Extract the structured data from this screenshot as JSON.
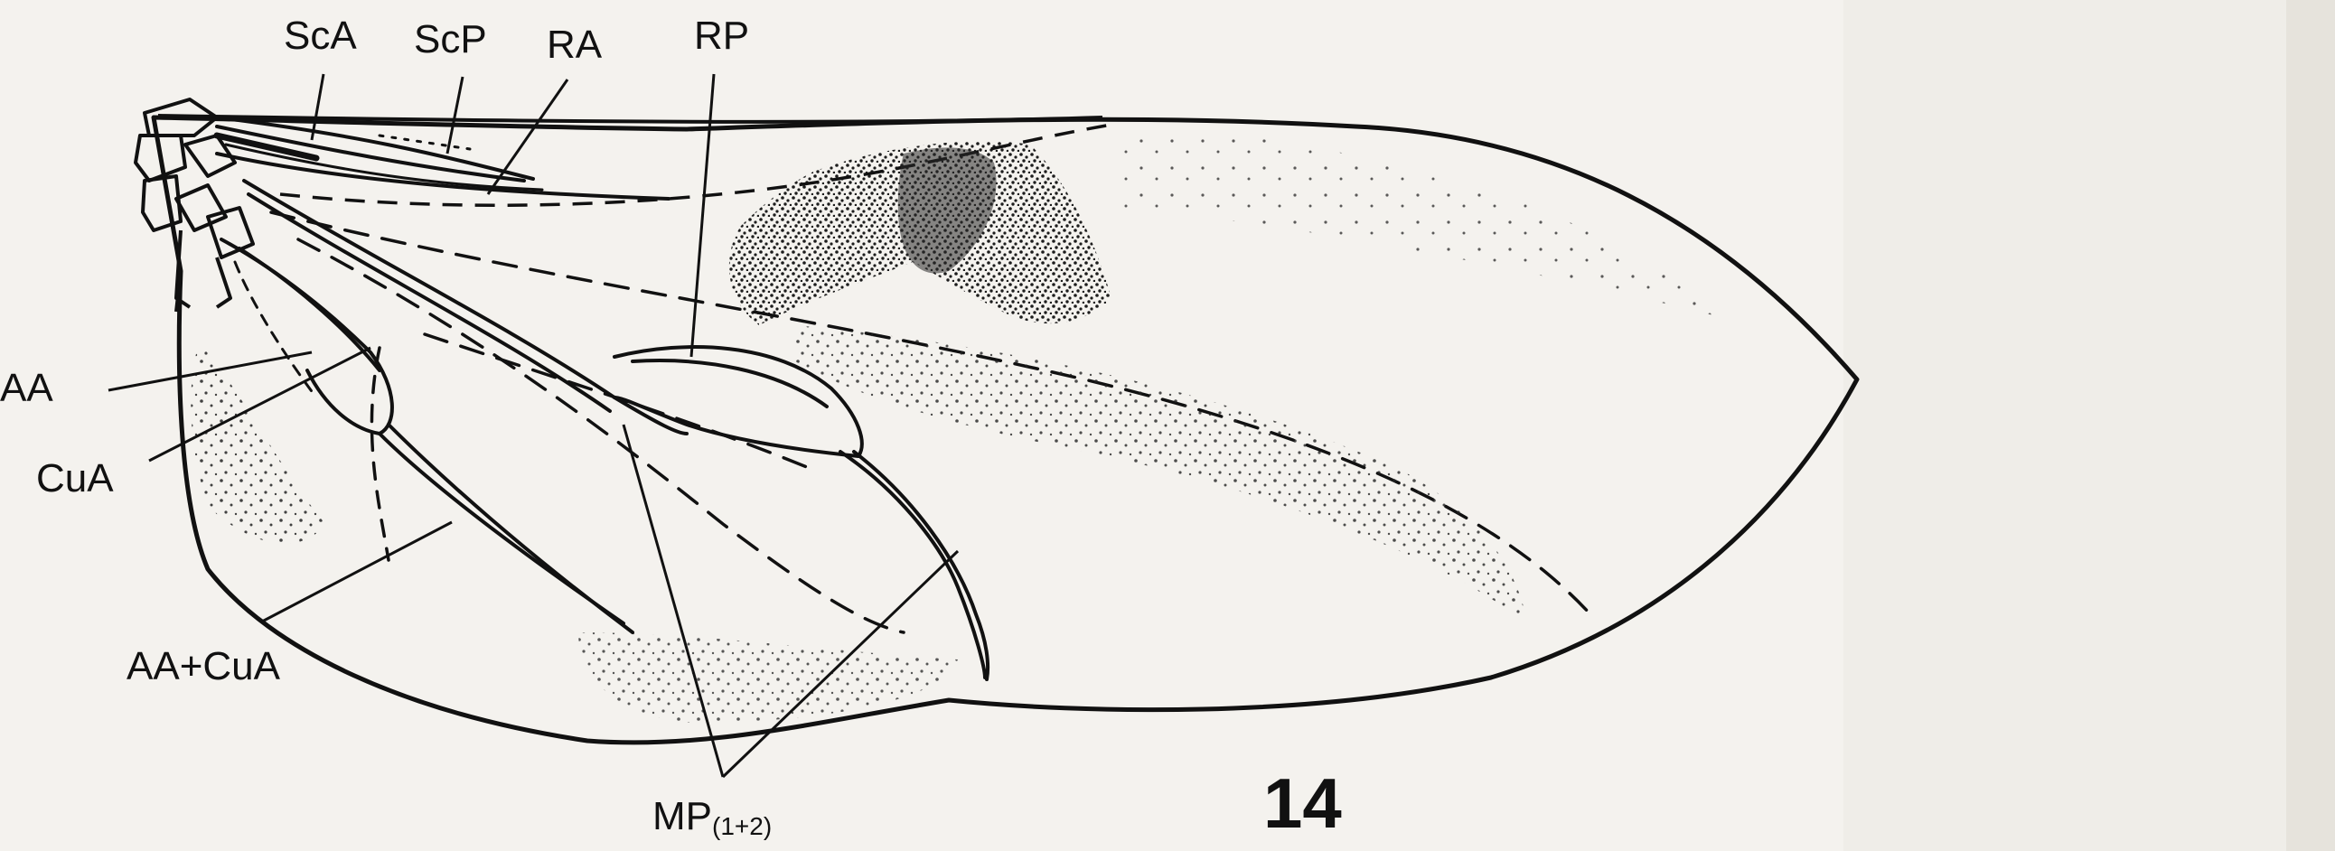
{
  "figure": {
    "number": "14",
    "labels": {
      "sca": "ScA",
      "scp": "ScP",
      "ra": "RA",
      "rp": "RP",
      "aa": "AA",
      "cua": "CuA",
      "aa_cua": "AA+CuA",
      "mp": "MP",
      "mp_sub": "(1+2)"
    }
  },
  "colors": {
    "ink": "#111111",
    "paper": "#f4f2ee"
  }
}
